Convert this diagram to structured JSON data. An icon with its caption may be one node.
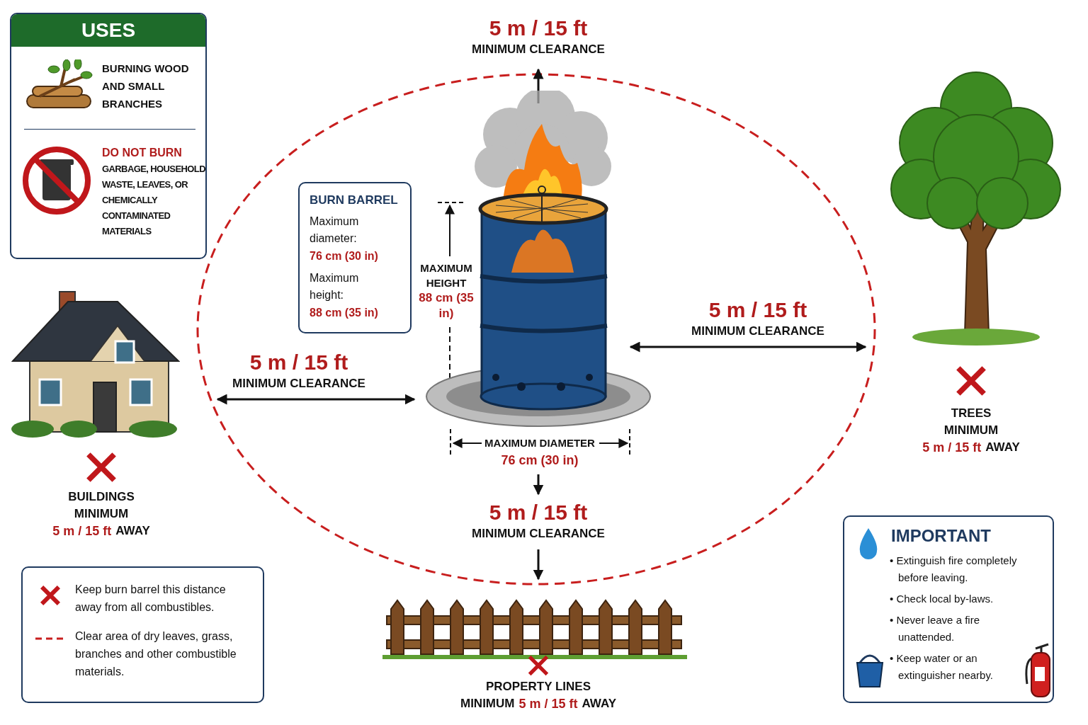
{
  "diagram": {
    "nodes": [
      {
        "text": [
          "USES",
          "BURNING WOOD AND SMALL BRANCHES",
          "DO NOT BURN",
          "GARBAGE, HOUSEHOLD WASTE, LEAVES, OR CHEMICALLY CONTAMINATED MATERIALS"
        ]
      },
      {
        "text": [
          "BURN BARREL",
          "Maximum diameter:",
          "76 cm (30 in)",
          "Maximum height:",
          "88 cm (35 in)"
        ]
      },
      {
        "text": [
          "IMPORTANT",
          "• Extinguish fire completely before leaving.",
          "• Check local by-laws.",
          "• Never leave a fire unattended.",
          "• Keep water or an extinguisher nearby."
        ]
      }
    ],
    "edges": [],
    "labels": [
      "5 m / 15 ft",
      "MINIMUM CLEARANCE",
      "MAXIMUM HEIGHT",
      "88 cm (35 in)",
      "5 m / 15 ft",
      "MINIMUM CLEARANCE",
      "5 m / 15 ft",
      "MINIMUM CLEARANCE",
      "TREES",
      "MINIMUM",
      "5 m / 15 ft",
      "AWAY",
      "MAXIMUM DIAMETER",
      "76 cm (30 in)",
      "BUILDINGS",
      "MINIMUM",
      "5 m / 15 ft",
      "AWAY",
      "5 m / 15 ft",
      "MINIMUM CLEARANCE",
      "PROPERTY LINES",
      "MINIMUM",
      "5 m / 15 ft",
      "AWAY"
    ],
    "legend": [
      {
        "text": "Keep burn barrel this distance away from all combustibles."
      },
      {
        "text": "Clear area of dry leaves, grass, branches and other combustible materials."
      }
    ]
  }
}
